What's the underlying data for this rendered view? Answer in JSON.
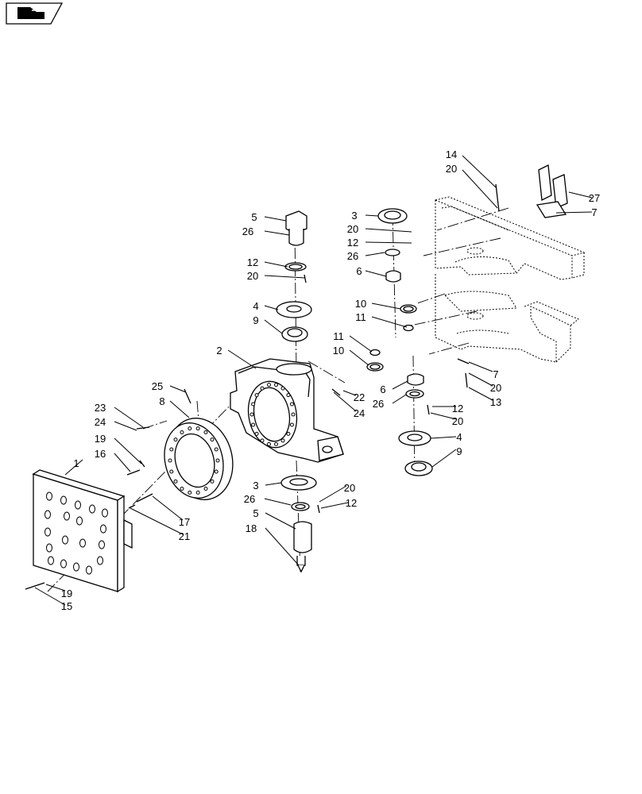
{
  "nav_icon": {
    "name": "book-page-icon"
  },
  "callouts": [
    {
      "id": "c14a",
      "text": "14"
    },
    {
      "id": "c20a",
      "text": "20"
    },
    {
      "id": "c27",
      "text": "27"
    },
    {
      "id": "c7a",
      "text": "7"
    },
    {
      "id": "c3a",
      "text": "3"
    },
    {
      "id": "c20b",
      "text": "20"
    },
    {
      "id": "c12a",
      "text": "12"
    },
    {
      "id": "c26a",
      "text": "26"
    },
    {
      "id": "c6a",
      "text": "6"
    },
    {
      "id": "c10a",
      "text": "10"
    },
    {
      "id": "c11a",
      "text": "11"
    },
    {
      "id": "c11b",
      "text": "11"
    },
    {
      "id": "c10b",
      "text": "10"
    },
    {
      "id": "c7b",
      "text": "7"
    },
    {
      "id": "c20c",
      "text": "20"
    },
    {
      "id": "c13",
      "text": "13"
    },
    {
      "id": "c6b",
      "text": "6"
    },
    {
      "id": "c26b",
      "text": "26"
    },
    {
      "id": "c12b",
      "text": "12"
    },
    {
      "id": "c20d",
      "text": "20"
    },
    {
      "id": "c4a",
      "text": "4"
    },
    {
      "id": "c9a",
      "text": "9"
    },
    {
      "id": "c5a",
      "text": "5"
    },
    {
      "id": "c26c",
      "text": "26"
    },
    {
      "id": "c12c",
      "text": "12"
    },
    {
      "id": "c20e",
      "text": "20"
    },
    {
      "id": "c4b",
      "text": "4"
    },
    {
      "id": "c9b",
      "text": "9"
    },
    {
      "id": "c2",
      "text": "2"
    },
    {
      "id": "c22",
      "text": "22"
    },
    {
      "id": "c24a",
      "text": "24"
    },
    {
      "id": "c25",
      "text": "25"
    },
    {
      "id": "c8",
      "text": "8"
    },
    {
      "id": "c23",
      "text": "23"
    },
    {
      "id": "c24b",
      "text": "24"
    },
    {
      "id": "c19a",
      "text": "19"
    },
    {
      "id": "c16",
      "text": "16"
    },
    {
      "id": "c1",
      "text": "1"
    },
    {
      "id": "c3b",
      "text": "3"
    },
    {
      "id": "c20f",
      "text": "20"
    },
    {
      "id": "c26d",
      "text": "26"
    },
    {
      "id": "c12d",
      "text": "12"
    },
    {
      "id": "c5b",
      "text": "5"
    },
    {
      "id": "c18",
      "text": "18"
    },
    {
      "id": "c17",
      "text": "17"
    },
    {
      "id": "c21",
      "text": "21"
    },
    {
      "id": "c19b",
      "text": "19"
    },
    {
      "id": "c15",
      "text": "15"
    }
  ]
}
